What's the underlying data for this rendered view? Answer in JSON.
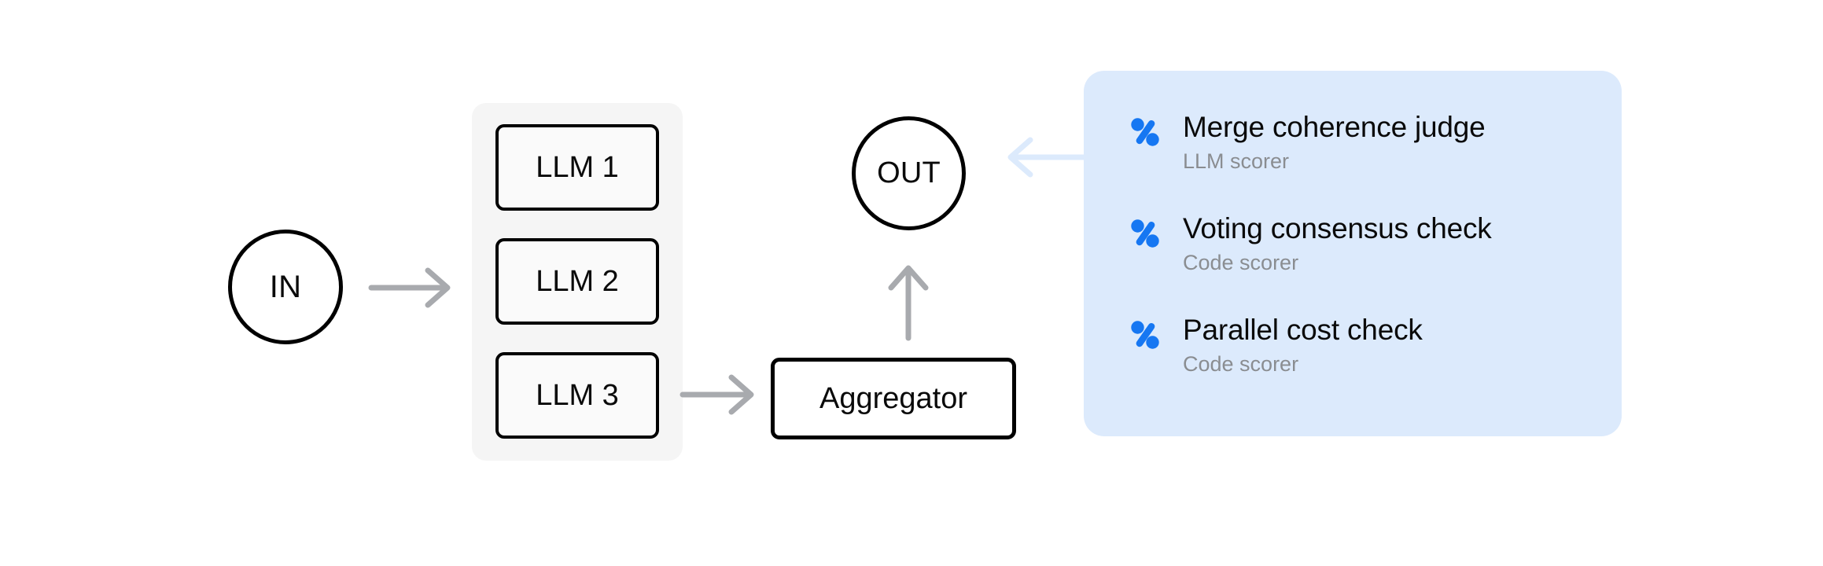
{
  "colors": {
    "node_border": "#000000",
    "group_background": "#F5F5F5",
    "arrow_gray": "#A8AAAE",
    "arrow_light_blue": "#DCEAFC",
    "panel_background": "#DCEAFC",
    "icon_blue": "#1677F2",
    "title_text": "#0A0A0A",
    "subtitle_text": "#8A8D91"
  },
  "flow": {
    "input_node": {
      "label": "IN",
      "icon": "circle-node"
    },
    "parallel_group": {
      "name": "parallel-llm-group",
      "items": [
        {
          "label": "LLM 1"
        },
        {
          "label": "LLM 2"
        },
        {
          "label": "LLM 3"
        }
      ]
    },
    "aggregator_node": {
      "label": "Aggregator"
    },
    "output_node": {
      "label": "OUT",
      "icon": "circle-node"
    },
    "edges": [
      {
        "name": "in-to-parallel-group",
        "icon": "arrow-right-icon",
        "direction": "right",
        "color": "#A8AAAE"
      },
      {
        "name": "llm3-to-aggregator",
        "icon": "arrow-right-icon",
        "direction": "right",
        "color": "#A8AAAE"
      },
      {
        "name": "aggregator-to-out",
        "icon": "arrow-up-icon",
        "direction": "up",
        "color": "#A8AAAE"
      },
      {
        "name": "scorers-to-out",
        "icon": "arrow-left-icon",
        "direction": "left",
        "color": "#DCEAFC"
      }
    ]
  },
  "scorers_panel": {
    "name": "scorers-panel",
    "scorers": [
      {
        "icon": "braintrust-percent-icon",
        "title": "Merge coherence judge",
        "type": "LLM scorer"
      },
      {
        "icon": "braintrust-percent-icon",
        "title": "Voting consensus check",
        "type": "Code scorer"
      },
      {
        "icon": "braintrust-percent-icon",
        "title": "Parallel cost check",
        "type": "Code scorer"
      }
    ]
  }
}
